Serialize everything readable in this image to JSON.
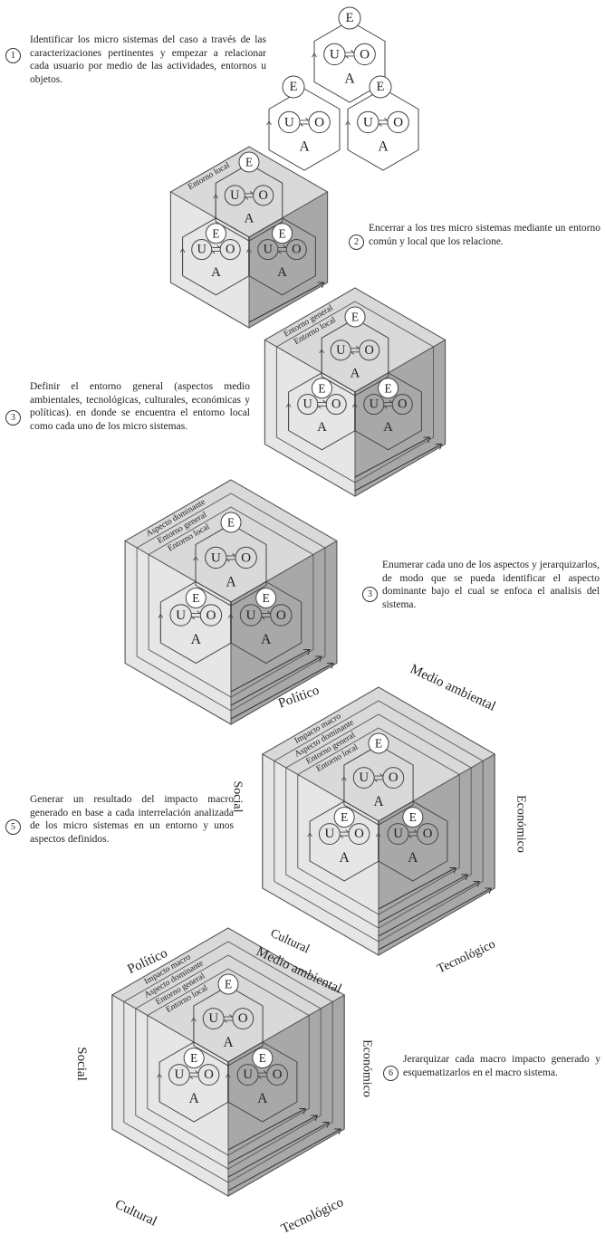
{
  "letters": {
    "user": "U",
    "object": "O",
    "activity": "A",
    "environment": "E"
  },
  "steps": [
    {
      "number": "1",
      "text": "Identificar los micro sistemas del caso a través de las caracterizaciones pertinentes y empezar a relacionar cada usuario por medio de las actividades, entornos u objetos."
    },
    {
      "number": "2",
      "text": "Encerrar a los tres micro sistemas mediante un entorno común y local que los relacione."
    },
    {
      "number": "3",
      "text": "Definir el entorno general (aspectos medio ambientales, tecnológicas, culturales, económicas y políticas). en donde se encuentra el entorno local como cada uno de los micro sistemas."
    },
    {
      "number": "3",
      "text": "Enumerar cada uno de los aspectos y jerarquizarlos, de modo que se pueda identificar el aspecto dominante bajo el cual se enfoca el analisis del sistema."
    },
    {
      "number": "5",
      "text": "Generar un resultado del impacto macro generado en base a cada interrelación analizada de los micro sistemas en un entorno y unos aspectos definidos."
    },
    {
      "number": "6",
      "text": "Jerarquizar cada macro impacto generado y esquematizarlos en el macro sistema."
    }
  ],
  "layer_labels": {
    "local": "Entorno local",
    "general": "Entorno general",
    "dominant": "Aspecto dominante",
    "macro": "Impacto macro"
  },
  "aspects": {
    "political": "Político",
    "environmental": "Medio ambiental",
    "economic": "Económico",
    "technological": "Tecnológico",
    "cultural": "Cultural",
    "social": "Social"
  }
}
